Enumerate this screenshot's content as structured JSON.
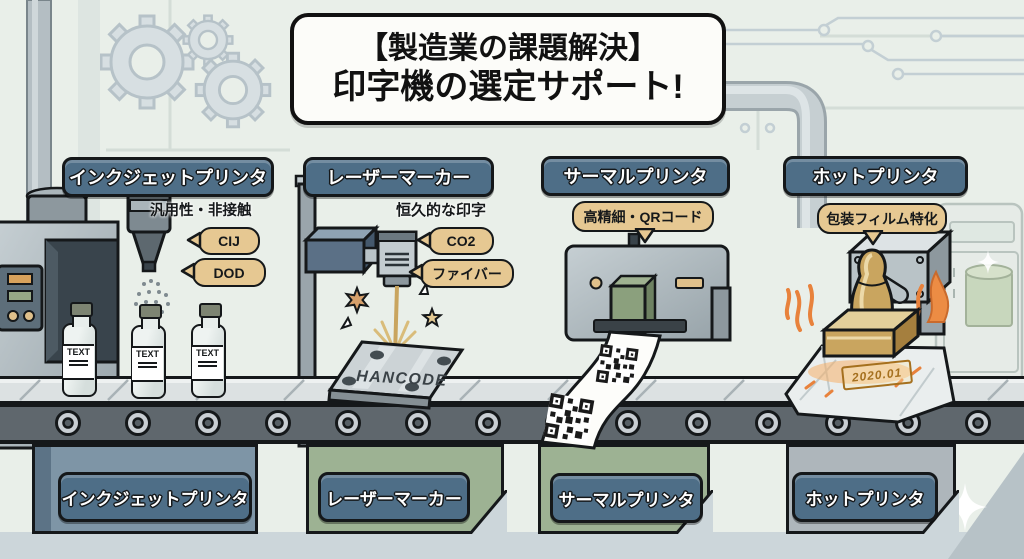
{
  "title": {
    "line1": "【製造業の課題解決】",
    "line2": "印字機の選定サポート!"
  },
  "sections": [
    {
      "name": "インクジェットプリンタ",
      "feature": "汎用性・非接触",
      "tags": [
        "CIJ",
        "DOD"
      ],
      "bottom_label": "インクジェットプリンタ"
    },
    {
      "name": "レーザーマーカー",
      "feature": "恒久的な印字",
      "tags": [
        "CO2",
        "ファイバー"
      ],
      "bottom_label": "レーザーマーカー"
    },
    {
      "name": "サーマルプリンタ",
      "feature": "高精細・QRコード",
      "tags": [],
      "bottom_label": "サーマルプリンタ"
    },
    {
      "name": "ホットプリンタ",
      "feature": "包装フィルム特化",
      "tags": [],
      "bottom_label": "ホットプリンタ"
    }
  ],
  "artifacts": {
    "bottle_label": "TEXT",
    "laser_engraving": "HANCODE",
    "hot_stamp_text": "2020.01"
  },
  "colors": {
    "badge_bg": "#4e6e87",
    "tag_bg": "#e6c892",
    "base_blue": "#7e95a6",
    "base_green": "#9db293",
    "base_gray": "#aeb6bb",
    "accent_gold": "#c9a55f",
    "outline": "#15181a"
  }
}
